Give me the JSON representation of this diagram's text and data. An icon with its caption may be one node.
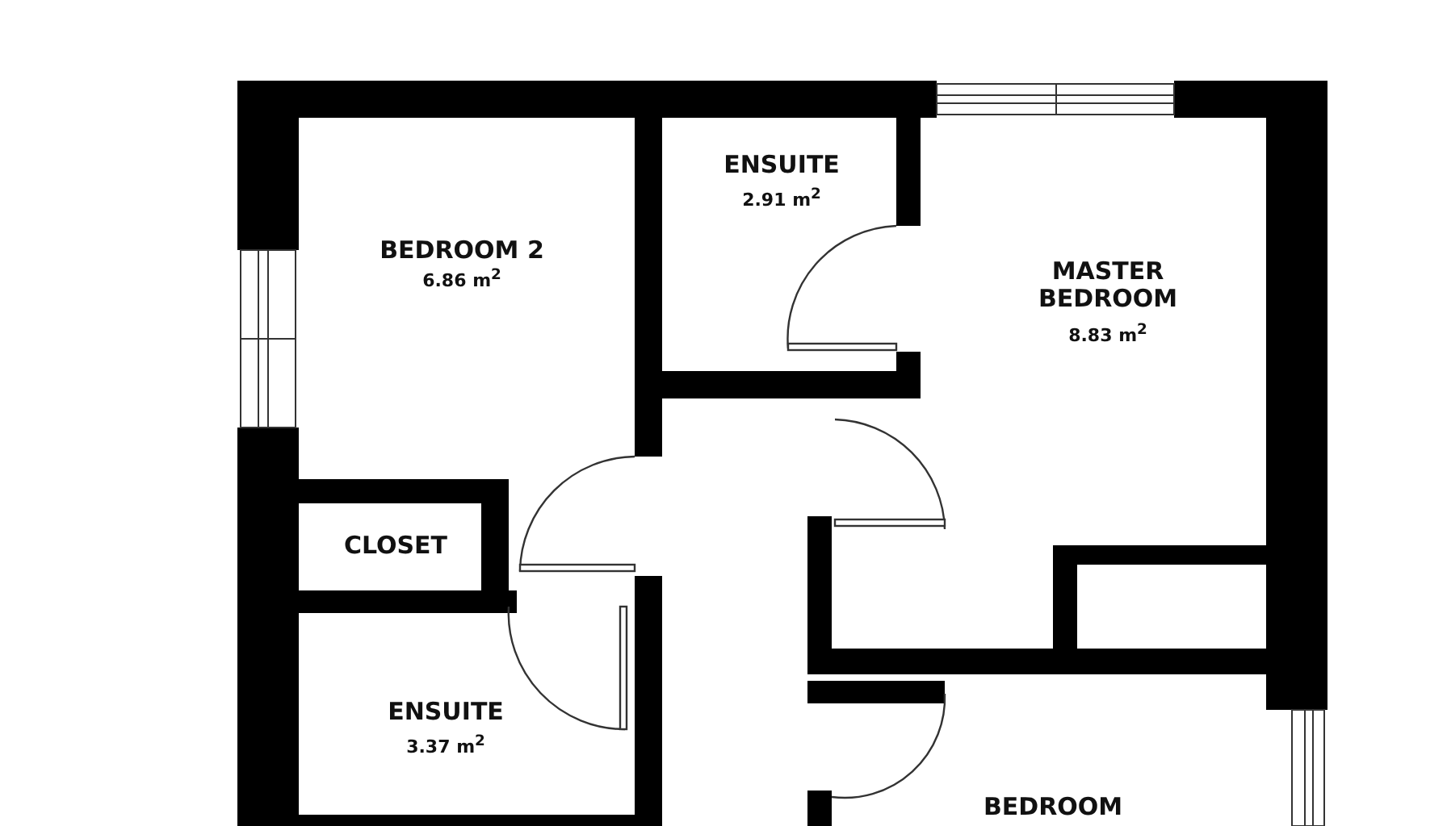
{
  "diagram": {
    "labels": [
      "ENSUITE",
      "2.91 m$^{2}$",
      "BEDROOM 2",
      "6.86 m$^{2}$",
      "MASTER BEDROOM",
      "8.83 m$^{2}$",
      "CLOSET",
      "ENSUITE",
      "3.37 m$^{2}$",
      "BEDROOM"
    ]
  }
}
